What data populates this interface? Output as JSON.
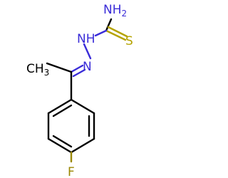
{
  "molecule": {
    "atoms": {
      "nh2": {
        "text": "NH",
        "sub": "2"
      },
      "nh": {
        "text": "NH"
      },
      "s": {
        "text": "S"
      },
      "n": {
        "text": "N"
      },
      "ch3": {
        "text": "H",
        "sub": "3",
        "prefix": "C"
      },
      "f": {
        "text": "F"
      }
    }
  },
  "colors": {
    "carbon": "#000000",
    "nitrogen": "#3a2cd8",
    "sulfur": "#b5a300",
    "fluorine": "#9a8700",
    "background": "#ffffff"
  }
}
